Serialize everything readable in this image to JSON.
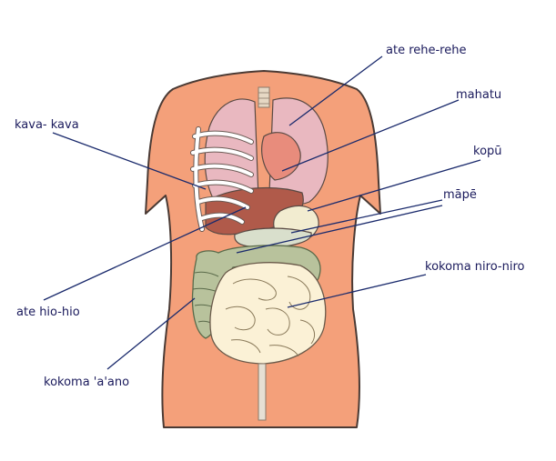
{
  "labels": {
    "lungs": "ate rehe-rehe",
    "heart": "mahatu",
    "ribs": "kava- kava",
    "stomach": "kopū",
    "pancreas": "māpē",
    "small_intestine": "kokoma niro-niro",
    "liver": "ate hio-hio",
    "large_intestine": "kokoma 'a'ano"
  },
  "colors": {
    "skin": "#f4a07a",
    "lung": "#e9b8c0",
    "liver": "#b05a4a",
    "stomach": "#f2ecd0",
    "intestine": "#fbf1d6",
    "colon": "#b8c29c",
    "label_text": "#1a1a5c"
  }
}
